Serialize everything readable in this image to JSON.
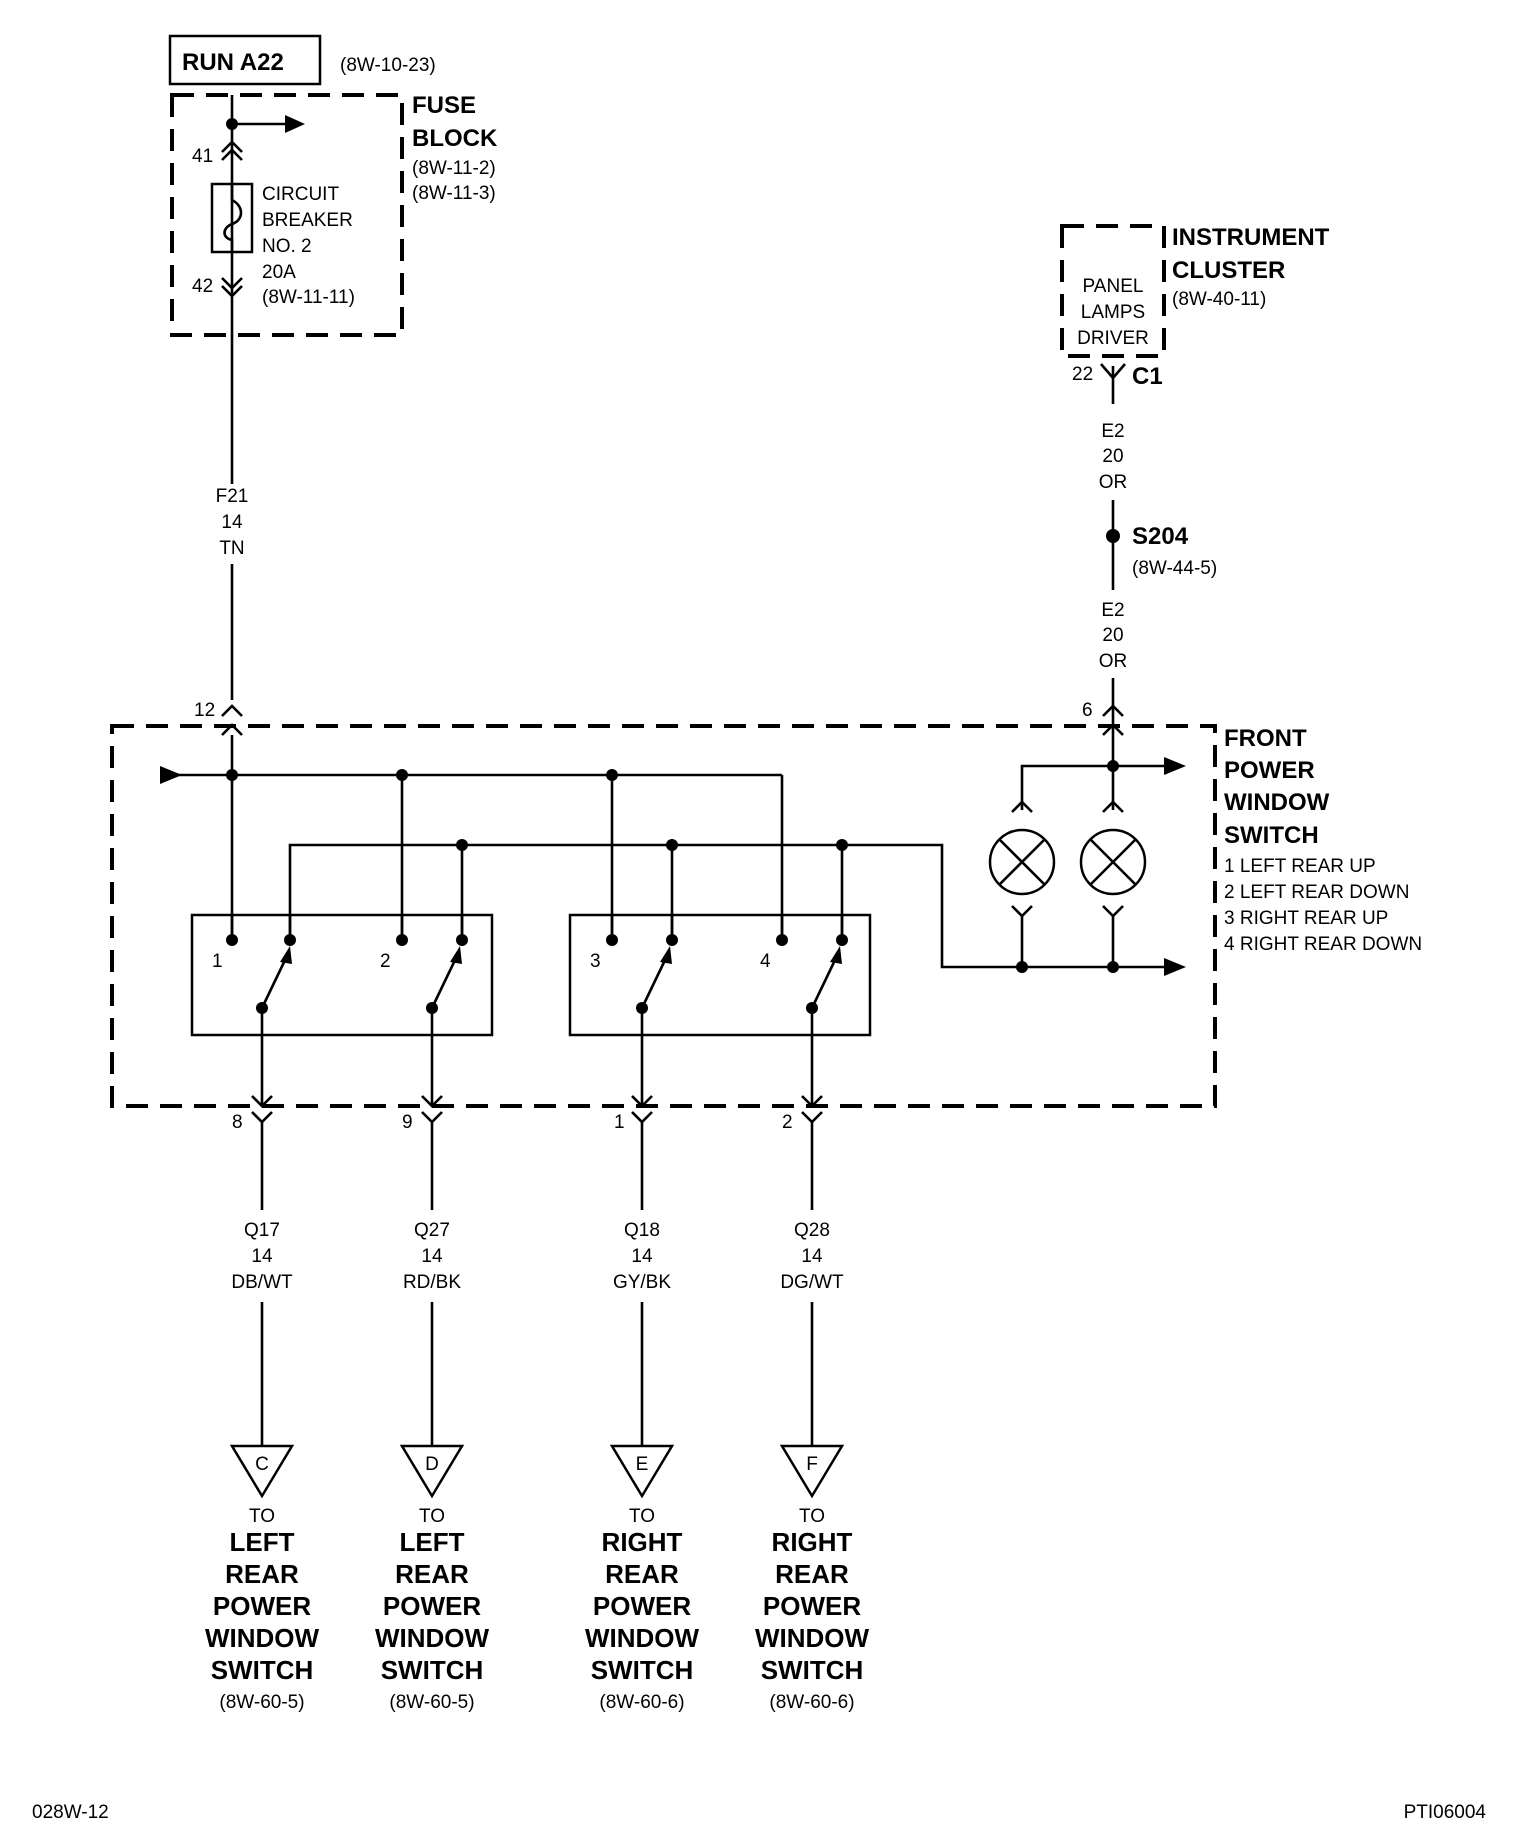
{
  "run": {
    "label": "RUN A22",
    "ref": "(8W-10-23)"
  },
  "fuse_block": {
    "title1": "FUSE",
    "title2": "BLOCK",
    "ref1": "(8W-11-2)",
    "ref2": "(8W-11-3)"
  },
  "breaker": {
    "line1": "CIRCUIT",
    "line2": "BREAKER",
    "line3": "NO. 2",
    "line4": "20A",
    "line5": "(8W-11-11)",
    "pin_in": "41",
    "pin_out": "42"
  },
  "wire_f21": {
    "code": "F21",
    "gauge": "14",
    "color": "TN"
  },
  "cluster": {
    "title1": "INSTRUMENT",
    "title2": "CLUSTER",
    "ref": "(8W-40-11)",
    "inner1": "PANEL",
    "inner2": "LAMPS",
    "inner3": "DRIVER",
    "pin": "22",
    "connector": "C1"
  },
  "wire_e2_upper": {
    "code": "E2",
    "gauge": "20",
    "color": "OR"
  },
  "splice": {
    "name": "S204",
    "ref": "(8W-44-5)"
  },
  "wire_e2_lower": {
    "code": "E2",
    "gauge": "20",
    "color": "OR"
  },
  "switch": {
    "title": [
      "FRONT",
      "POWER",
      "WINDOW",
      "SWITCH"
    ],
    "legend": [
      "1 LEFT REAR UP",
      "2 LEFT REAR DOWN",
      "3 RIGHT REAR UP",
      "4 RIGHT REAR DOWN"
    ],
    "pin_in_f21": "12",
    "pin_in_e2": "6",
    "contacts": [
      "1",
      "2",
      "3",
      "4"
    ]
  },
  "outputs": [
    {
      "pin": "8",
      "code": "Q17",
      "gauge": "14",
      "color": "DB/WT",
      "letter": "C",
      "to": "TO",
      "l1": "LEFT",
      "l2": "REAR",
      "l3": "POWER",
      "l4": "WINDOW",
      "l5": "SWITCH",
      "ref": "(8W-60-5)"
    },
    {
      "pin": "9",
      "code": "Q27",
      "gauge": "14",
      "color": "RD/BK",
      "letter": "D",
      "to": "TO",
      "l1": "LEFT",
      "l2": "REAR",
      "l3": "POWER",
      "l4": "WINDOW",
      "l5": "SWITCH",
      "ref": "(8W-60-5)"
    },
    {
      "pin": "1",
      "code": "Q18",
      "gauge": "14",
      "color": "GY/BK",
      "letter": "E",
      "to": "TO",
      "l1": "RIGHT",
      "l2": "REAR",
      "l3": "POWER",
      "l4": "WINDOW",
      "l5": "SWITCH",
      "ref": "(8W-60-6)"
    },
    {
      "pin": "2",
      "code": "Q28",
      "gauge": "14",
      "color": "DG/WT",
      "letter": "F",
      "to": "TO",
      "l1": "RIGHT",
      "l2": "REAR",
      "l3": "POWER",
      "l4": "WINDOW",
      "l5": "SWITCH",
      "ref": "(8W-60-6)"
    }
  ],
  "footer": {
    "left": "028W-12",
    "right": "PTI06004"
  }
}
